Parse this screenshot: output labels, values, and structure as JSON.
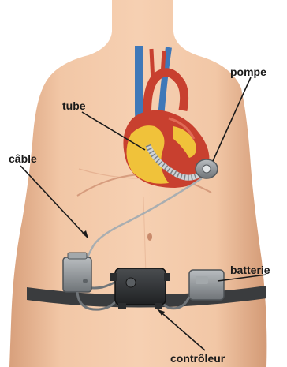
{
  "labels": {
    "pump": "pompe",
    "tube": "tube",
    "cable": "câble",
    "battery": "batterie",
    "controller": "contrôleur"
  },
  "colors": {
    "skin": "#f0c29f",
    "skin_shadow": "#d99c78",
    "heart_red": "#c8402f",
    "fat_yellow": "#f0c23a",
    "vessel_blue": "#3f78b8",
    "device_gray": "#8d9296",
    "controller_dark": "#2a2c2e",
    "label_text": "#1a1a1a"
  }
}
